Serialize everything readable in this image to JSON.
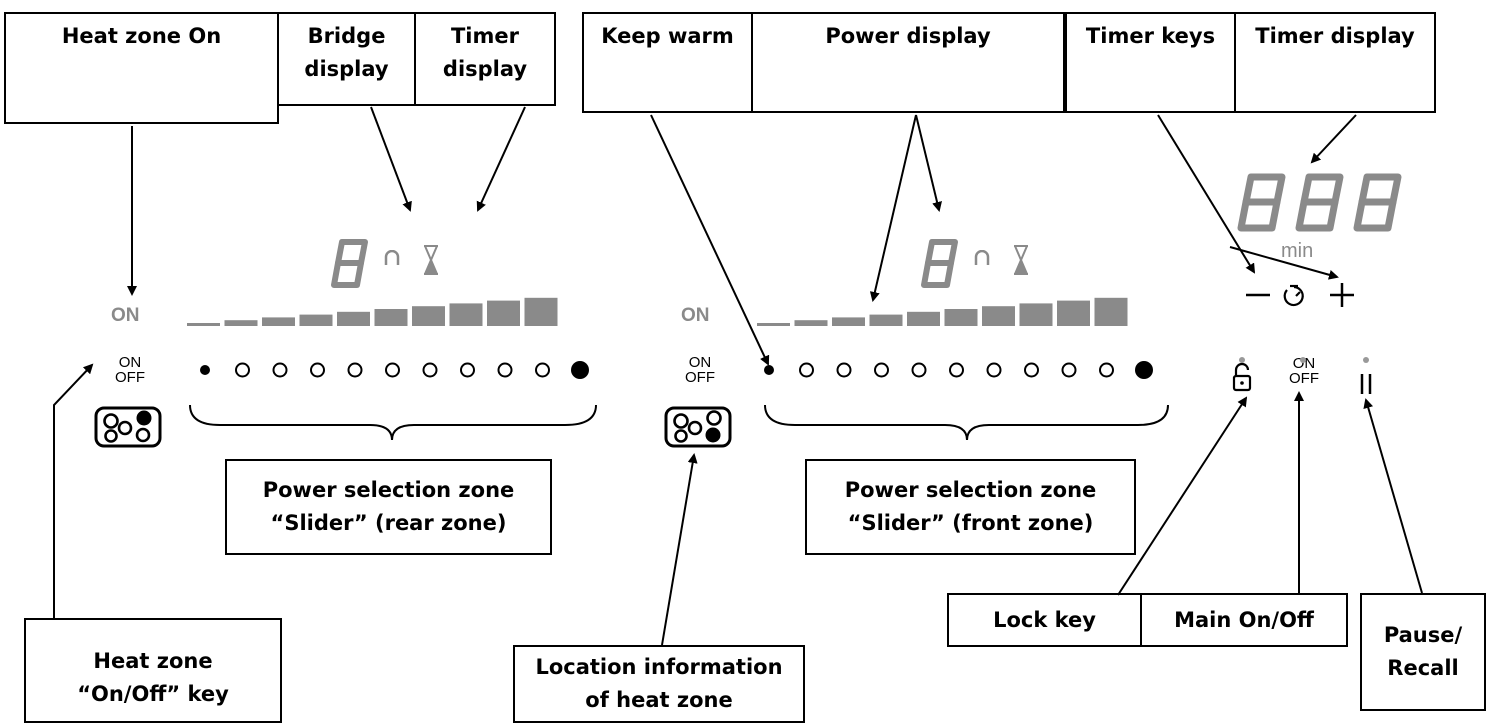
{
  "callouts": {
    "heat_zone_on": "Heat zone On",
    "bridge_display": "Bridge\ndisplay",
    "timer_display_left": "Timer\ndisplay",
    "keep_warm": "Keep warm",
    "power_display": "Power display",
    "timer_keys": "Timer keys",
    "timer_display_right": "Timer display",
    "slider_rear": "Power selection zone\n“Slider” (rear zone)",
    "slider_front": "Power selection zone\n“Slider” (front zone)",
    "heat_zone_onoff_key": "Heat zone\n“On/Off” key",
    "location_info": "Location information\nof heat zone",
    "lock_key": "Lock key",
    "main_onoff": "Main On/Off",
    "pause_recall": "Pause/\nRecall"
  },
  "panel": {
    "on_label": "ON",
    "onoff_on": "ON",
    "onoff_off": "OFF",
    "timer_unit": "min",
    "slider_positions": 11,
    "power_bar_levels": 10
  },
  "colors": {
    "display_gray": "#8a8a8a",
    "line": "#000000"
  }
}
